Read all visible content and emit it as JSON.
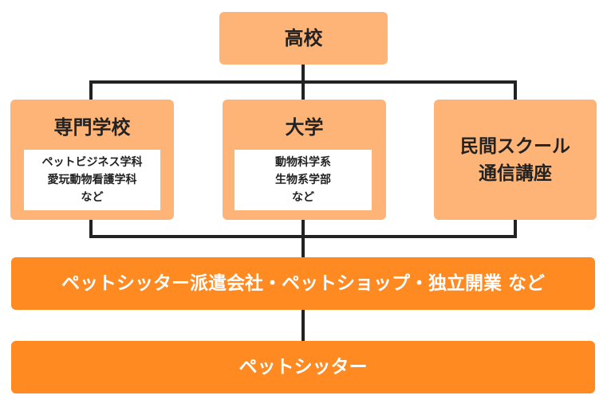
{
  "top": {
    "label": "高校"
  },
  "schools": [
    {
      "title": "専門学校",
      "details": [
        "ペットビジネス学科",
        "愛玩動物看護学科",
        "など"
      ]
    },
    {
      "title": "大学",
      "details": [
        "動物科学系",
        "生物系学部",
        "など"
      ]
    },
    {
      "title": "民間スクール",
      "title2": "通信講座"
    }
  ],
  "careers": {
    "label": "ペットシッター派遣会社・ペットショップ・独立開業 など"
  },
  "goal": {
    "label": "ペットシッター"
  },
  "colors": {
    "light_box": "#ffb477",
    "dark_bar": "#ff8a22",
    "connector": "#222222"
  }
}
